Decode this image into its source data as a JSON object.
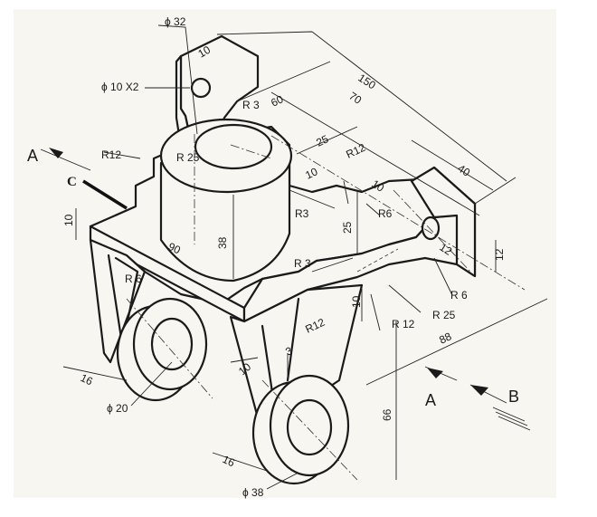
{
  "drawing": {
    "dimensions": {
      "d150": "150",
      "d70": "70",
      "d60": "60",
      "d40": "40",
      "d25_top": "25",
      "d10_top": "10",
      "d10_mid": "10",
      "d10_rib": "10",
      "d10_right": "10",
      "d10_left": "10",
      "d10_lower": "10",
      "d38": "38",
      "d25_vert": "25",
      "d12_right": "12",
      "d90": "90",
      "d88": "88",
      "d66": "66",
      "d16_left": "16",
      "d16_bottom": "16",
      "d3": "3",
      "phi32": "ϕ 32",
      "phi10x2": "ϕ 10 X2",
      "phi20": "ϕ 20",
      "phi38": "ϕ 38",
      "r3_top": "R 3",
      "r3_mid": "R3",
      "r3_low": "R 3",
      "r12_left": "R12",
      "r12_top": "R12",
      "r12_lower": "R12",
      "r12_right": "R 12",
      "r25_boss": "R 25",
      "r25_right": "R 25",
      "r6_left": "R 6",
      "r6_top": "R6",
      "r6_right": "R 6",
      "r12_small": "12"
    },
    "views": {
      "view_a_left": "A",
      "view_a_right": "A",
      "view_b": "B",
      "view_c": "C"
    }
  }
}
